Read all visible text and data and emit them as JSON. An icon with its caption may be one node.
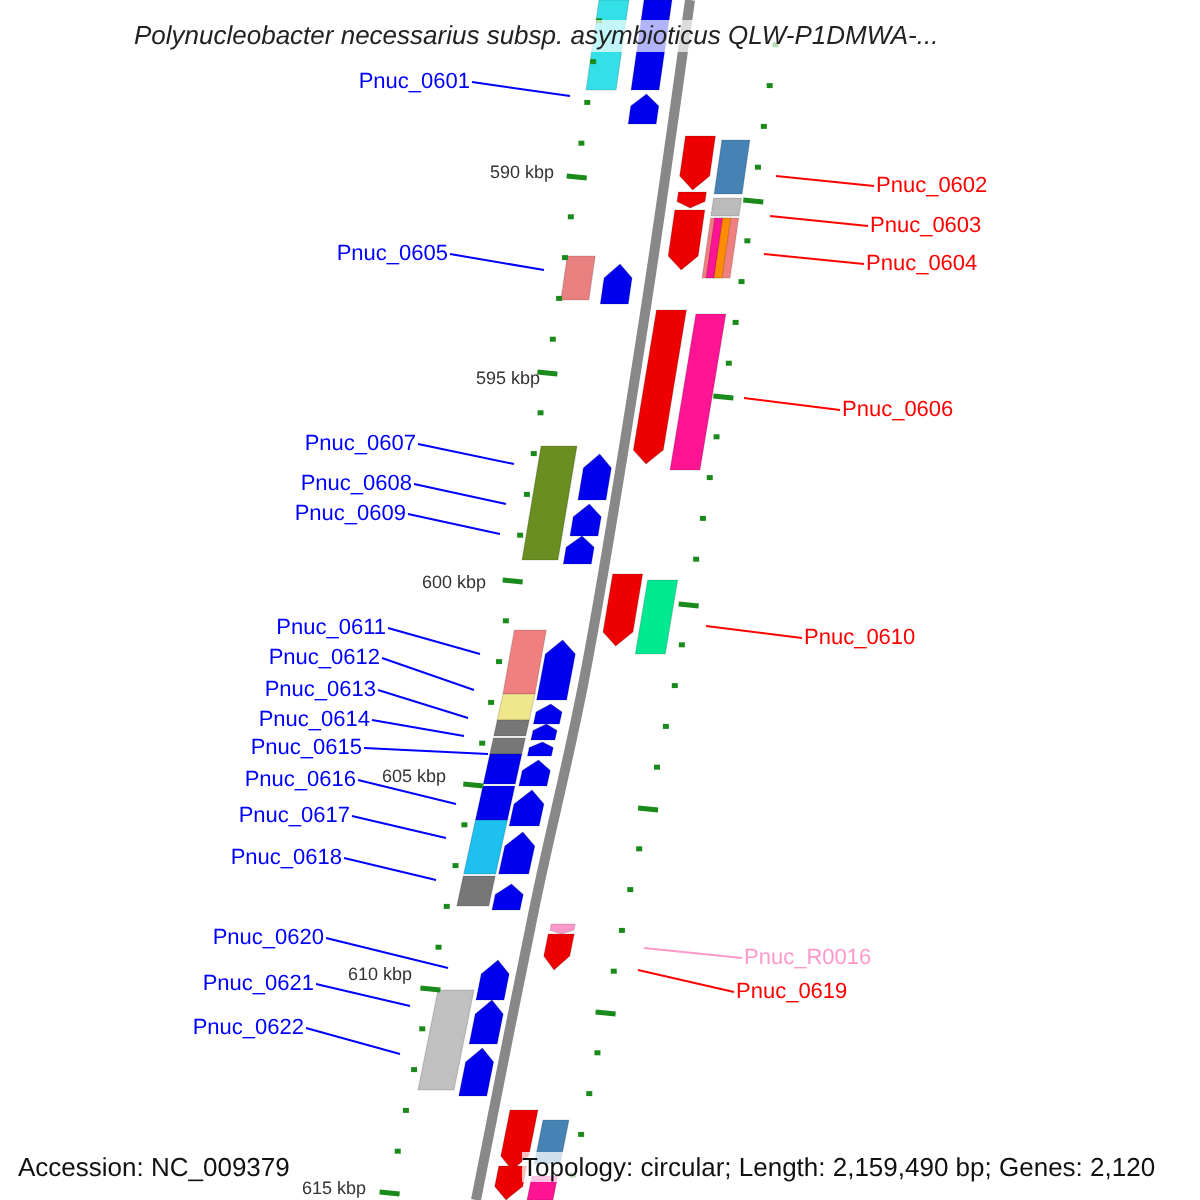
{
  "diagram": {
    "title": "Polynucleobacter necessarius subsp. asymbioticus QLW-P1DMWA-...",
    "nodes": [
      {
        "text": [
          "Pnuc_0601"
        ]
      },
      {
        "text": [
          "Pnuc_0602"
        ]
      },
      {
        "text": [
          "Pnuc_0603"
        ]
      },
      {
        "text": [
          "Pnuc_0604"
        ]
      },
      {
        "text": [
          "Pnuc_0605"
        ]
      },
      {
        "text": [
          "Pnuc_0606"
        ]
      },
      {
        "text": [
          "Pnuc_0607"
        ]
      },
      {
        "text": [
          "Pnuc_0608"
        ]
      },
      {
        "text": [
          "Pnuc_0609"
        ]
      },
      {
        "text": [
          "Pnuc_0610"
        ]
      },
      {
        "text": [
          "Pnuc_0611"
        ]
      },
      {
        "text": [
          "Pnuc_0612"
        ]
      },
      {
        "text": [
          "Pnuc_0613"
        ]
      },
      {
        "text": [
          "Pnuc_0614"
        ]
      },
      {
        "text": [
          "Pnuc_0615"
        ]
      },
      {
        "text": [
          "Pnuc_0616"
        ]
      },
      {
        "text": [
          "Pnuc_0617"
        ]
      },
      {
        "text": [
          "Pnuc_0618"
        ]
      },
      {
        "text": [
          "Pnuc_R0016"
        ]
      },
      {
        "text": [
          "Pnuc_0619"
        ]
      },
      {
        "text": [
          "Pnuc_0620"
        ]
      },
      {
        "text": [
          "Pnuc_0621"
        ]
      },
      {
        "text": [
          "Pnuc_0622"
        ]
      }
    ],
    "edges": [
      {
        "from": 0,
        "to": null,
        "arrow": "none"
      },
      {
        "from": 1,
        "to": null,
        "arrow": "none",
        "color": "#ff0000"
      },
      {
        "from": 2,
        "to": null,
        "arrow": "none",
        "color": "#ff0000"
      },
      {
        "from": 3,
        "to": null,
        "arrow": "none",
        "color": "#ff0000"
      },
      {
        "from": 4,
        "to": null,
        "arrow": "none"
      },
      {
        "from": 5,
        "to": null,
        "arrow": "none",
        "color": "#ff0000"
      },
      {
        "from": 6,
        "to": null,
        "arrow": "none"
      },
      {
        "from": 7,
        "to": null,
        "arrow": "none"
      },
      {
        "from": 8,
        "to": null,
        "arrow": "none"
      },
      {
        "from": 9,
        "to": null,
        "arrow": "none",
        "color": "#ff0000"
      },
      {
        "from": 10,
        "to": null,
        "arrow": "none"
      },
      {
        "from": 11,
        "to": null,
        "arrow": "none"
      },
      {
        "from": 12,
        "to": null,
        "arrow": "none"
      },
      {
        "from": 13,
        "to": null,
        "arrow": "none"
      },
      {
        "from": 14,
        "to": null,
        "arrow": "none"
      },
      {
        "from": 15,
        "to": null,
        "arrow": "none"
      },
      {
        "from": 16,
        "to": null,
        "arrow": "none"
      },
      {
        "from": 17,
        "to": null,
        "arrow": "none"
      },
      {
        "from": 18,
        "to": null,
        "arrow": "none",
        "color": "#ff99cc"
      },
      {
        "from": 19,
        "to": null,
        "arrow": "none",
        "color": "#ff0000"
      },
      {
        "from": 20,
        "to": null,
        "arrow": "none"
      },
      {
        "from": 21,
        "to": null,
        "arrow": "none"
      },
      {
        "from": 22,
        "to": null,
        "arrow": "none"
      }
    ],
    "labels": [
      "590 kbp",
      "595 kbp",
      "600 kbp",
      "605 kbp",
      "610 kbp",
      "615 kbp",
      "Accession: NC_009379",
      "Topology: circular; Length: 2,159,490 bp; Genes: 2,120"
    ]
  }
}
